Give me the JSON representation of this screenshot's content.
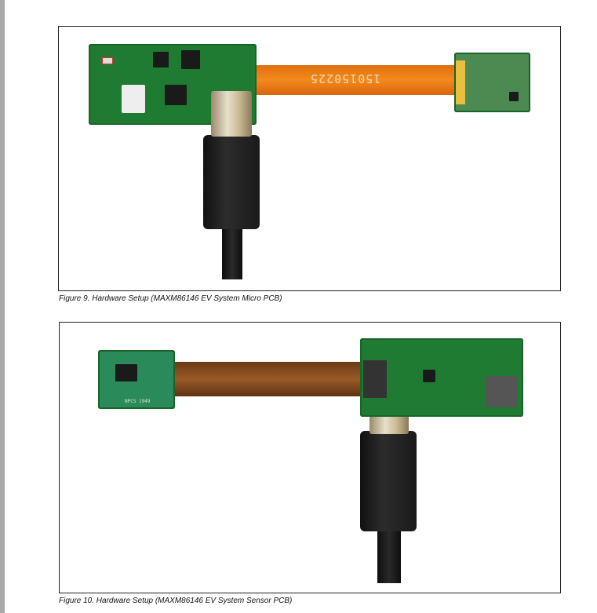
{
  "figures": [
    {
      "caption": "Figure 9. Hardware Setup (MAXM86146 EV System Micro PCB)",
      "ribbon_marking": "150150225"
    },
    {
      "caption": "Figure 10. Hardware Setup (MAXM86146 EV System Sensor PCB)",
      "sensor_marking": "NPCS 1949"
    }
  ]
}
